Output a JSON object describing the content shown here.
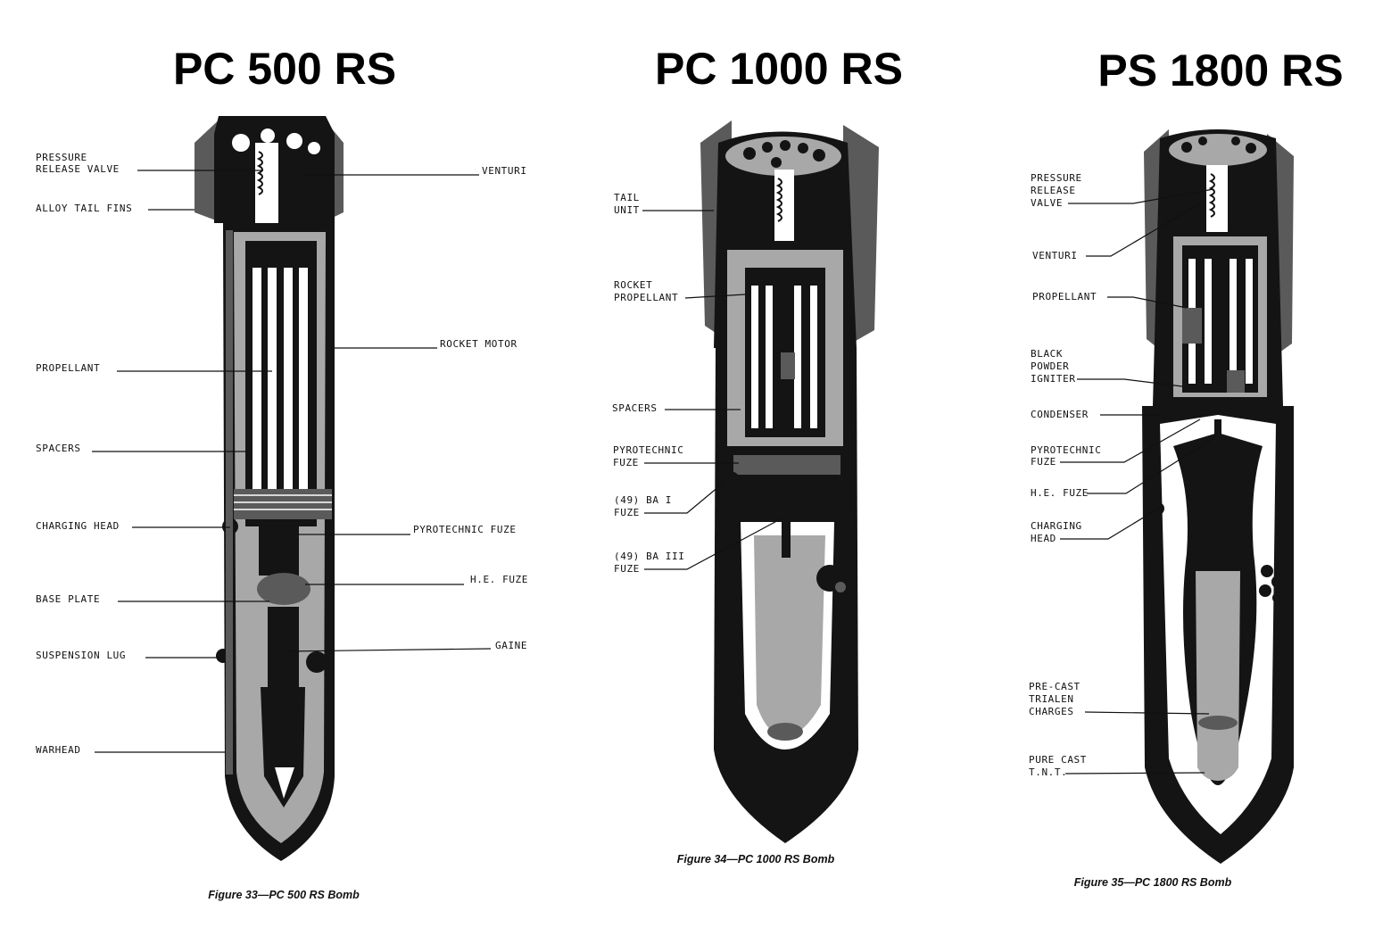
{
  "titles": {
    "pc500": "PC 500 RS",
    "pc1000": "PC 1000 RS",
    "ps1800": "PS 1800 RS"
  },
  "captions": {
    "fig33": "Figure 33—PC 500 RS Bomb",
    "fig34": "Figure 34—PC 1000 RS Bomb",
    "fig35": "Figure 35—PC 1800 RS Bomb"
  },
  "bomb500": {
    "pressure_release_valve": [
      "PRESSURE",
      "RELEASE VALVE"
    ],
    "alloy_tail_fins": "ALLOY TAIL FINS",
    "propellant": "PROPELLANT",
    "spacers": "SPACERS",
    "charging_head": "CHARGING HEAD",
    "base_plate": "BASE PLATE",
    "suspension_lug": "SUSPENSION LUG",
    "warhead": "WARHEAD",
    "venturi": "VENTURI",
    "rocket_motor": "ROCKET MOTOR",
    "pyrotechnic_fuze": "PYROTECHNIC FUZE",
    "he_fuze": "H.E. FUZE",
    "gaine": "GAINE"
  },
  "bomb1000": {
    "tail_unit": [
      "TAIL",
      "UNIT"
    ],
    "rocket_propellant": [
      "ROCKET",
      "PROPELLANT"
    ],
    "spacers": "SPACERS",
    "pyrotechnic_fuze": [
      "PYROTECHNIC",
      "FUZE"
    ],
    "ba1_fuze": [
      "(49) BA I",
      "FUZE"
    ],
    "ba3_fuze": [
      "(49) BA III",
      "FUZE"
    ]
  },
  "bomb1800": {
    "pressure_release_valve": [
      "PRESSURE",
      "RELEASE",
      "VALVE"
    ],
    "venturi": "VENTURI",
    "propellant": "PROPELLANT",
    "black_powder_igniter": [
      "BLACK",
      "POWDER",
      "IGNITER"
    ],
    "condenser": "CONDENSER",
    "pyrotechnic_fuze": [
      "PYROTECHNIC",
      "FUZE"
    ],
    "he_fuze": "H.E. FUZE",
    "charging_head": [
      "CHARGING",
      "HEAD"
    ],
    "pre_cast_trialen_charges": [
      "PRE-CAST",
      "TRIALEN",
      "CHARGES"
    ],
    "pure_cast_tnt": [
      "PURE CAST",
      "T.N.T."
    ]
  }
}
